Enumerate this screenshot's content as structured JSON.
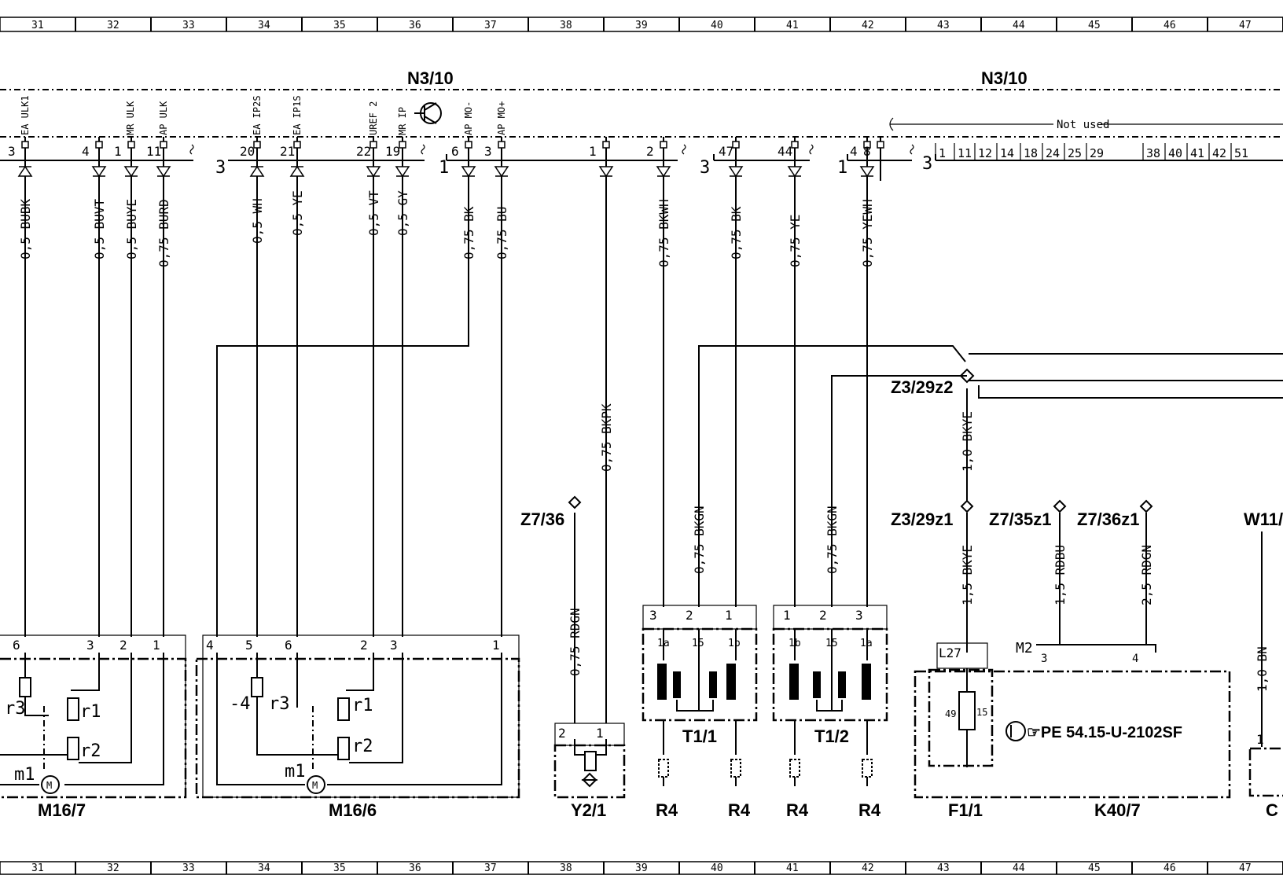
{
  "grid": {
    "top": [
      "31",
      "32",
      "33",
      "34",
      "35",
      "36",
      "37",
      "38",
      "39",
      "40",
      "41",
      "42",
      "43",
      "44",
      "45",
      "46",
      "47"
    ],
    "bottom": [
      "31",
      "32",
      "33",
      "34",
      "35",
      "36",
      "37",
      "38",
      "39",
      "40",
      "41",
      "42",
      "43",
      "44",
      "45",
      "46",
      "47"
    ]
  },
  "modules": [
    {
      "id": "n3-10-left",
      "name": "N3/10"
    },
    {
      "id": "n3-10-right",
      "name": "N3/10"
    }
  ],
  "not_used_label": "Not used",
  "pin_signals": [
    {
      "id": "ea-ulk1",
      "text": "EA ULK1"
    },
    {
      "id": "mr-ulk",
      "text": "MR ULK"
    },
    {
      "id": "ap-ulk",
      "text": "AP ULK"
    },
    {
      "id": "ea-ip2s",
      "text": "EA IP2S"
    },
    {
      "id": "ea-ip1s",
      "text": "EA IP1S"
    },
    {
      "id": "uref2",
      "text": "UREF 2"
    },
    {
      "id": "mr-ip",
      "text": "MR IP"
    },
    {
      "id": "ap-mo-minus",
      "text": "AP MO-"
    },
    {
      "id": "ap-mo-plus",
      "text": "AP MO+"
    }
  ],
  "connector_numbers": {
    "g1": "3",
    "g2": "3",
    "g3": "1",
    "g4": "3",
    "g5": "1",
    "g6": "3"
  },
  "pins": [
    {
      "id": "p1",
      "n": "3"
    },
    {
      "id": "p2",
      "n": "4"
    },
    {
      "id": "p3",
      "n": "1"
    },
    {
      "id": "p4",
      "n": "11"
    },
    {
      "id": "p5",
      "n": "20"
    },
    {
      "id": "p6",
      "n": "21"
    },
    {
      "id": "p7",
      "n": "22"
    },
    {
      "id": "p8",
      "n": "19"
    },
    {
      "id": "p9",
      "n": "6"
    },
    {
      "id": "p10",
      "n": "3"
    },
    {
      "id": "p11",
      "n": "1"
    },
    {
      "id": "p12",
      "n": "2"
    },
    {
      "id": "p13",
      "n": "47"
    },
    {
      "id": "p14",
      "n": "44"
    },
    {
      "id": "p15",
      "n": "4"
    },
    {
      "id": "p16",
      "n": "8"
    }
  ],
  "unused_pins": [
    "1",
    "11",
    "12",
    "14",
    "18",
    "24",
    "25",
    "29",
    "38",
    "40",
    "41",
    "42",
    "51"
  ],
  "wires": [
    {
      "id": "w1",
      "label": "0,5 BUBK"
    },
    {
      "id": "w2",
      "label": "0,5 BUVT"
    },
    {
      "id": "w3",
      "label": "0,5 BUYE"
    },
    {
      "id": "w4",
      "label": "0,75 BURD"
    },
    {
      "id": "w5",
      "label": "0,5 WH"
    },
    {
      "id": "w6",
      "label": "0,5 YE"
    },
    {
      "id": "w7",
      "label": "0,5 VT"
    },
    {
      "id": "w8",
      "label": "0,5 GY"
    },
    {
      "id": "w9",
      "label": "0,75 BK"
    },
    {
      "id": "w10",
      "label": "0,75 BU"
    },
    {
      "id": "w11",
      "label": "0,75 BKPK"
    },
    {
      "id": "w12",
      "label": "0,75 BKWH"
    },
    {
      "id": "w13",
      "label": "0,75 BK"
    },
    {
      "id": "w14",
      "label": "0,75 YE"
    },
    {
      "id": "w15",
      "label": "0,75 YEWH"
    },
    {
      "id": "w16",
      "label": "0,75 RDGN"
    },
    {
      "id": "w17",
      "label": "0,75 BKGN"
    },
    {
      "id": "w18",
      "label": "0,75 BKGN"
    },
    {
      "id": "w19",
      "label": "1,0 BKYE"
    },
    {
      "id": "w20",
      "label": "1,5 BKYE"
    },
    {
      "id": "w21",
      "label": "1,5 RDBU"
    },
    {
      "id": "w22",
      "label": "2,5 RDGN"
    },
    {
      "id": "w23",
      "label": "1,0 BN"
    }
  ],
  "splices": [
    {
      "id": "z7-36",
      "label": "Z7/36"
    },
    {
      "id": "z3-29z2",
      "label": "Z3/29z2"
    },
    {
      "id": "z3-29z1",
      "label": "Z3/29z1"
    },
    {
      "id": "z7-35z1",
      "label": "Z7/35z1"
    },
    {
      "id": "z7-36z1",
      "label": "Z7/36z1"
    },
    {
      "id": "w11",
      "label": "W11/"
    }
  ],
  "components": [
    {
      "id": "m16-7",
      "label": "M16/7"
    },
    {
      "id": "m16-6",
      "label": "M16/6"
    },
    {
      "id": "y2-1",
      "label": "Y2/1"
    },
    {
      "id": "r4-a",
      "label": "R4"
    },
    {
      "id": "t1-1",
      "label": "T1/1"
    },
    {
      "id": "r4-b",
      "label": "R4"
    },
    {
      "id": "r4-c",
      "label": "R4"
    },
    {
      "id": "t1-2",
      "label": "T1/2"
    },
    {
      "id": "r4-d",
      "label": "R4"
    },
    {
      "id": "f1-1",
      "label": "F1/1"
    },
    {
      "id": "k40-7",
      "label": "K40/7"
    },
    {
      "id": "c-cut",
      "label": "C"
    }
  ],
  "inner_labels": {
    "m16_7_pins": [
      "6",
      "3",
      "2",
      "1"
    ],
    "m16_6_pins": [
      "4",
      "5",
      "6",
      "2",
      "3",
      "1"
    ],
    "r3": "r3",
    "r1": "r1",
    "r2": "r2",
    "m1": "m1",
    "r4lab": "-4",
    "motor": "M",
    "y2_pins": [
      "2",
      "1"
    ],
    "t1_1_pins": [
      "3",
      "2",
      "1"
    ],
    "t1_1_coil": [
      "1a",
      "15",
      "1b"
    ],
    "t1_2_pins": [
      "1",
      "2",
      "3"
    ],
    "t1_2_coil": [
      "1b",
      "15",
      "1a"
    ],
    "l27": "L27",
    "m2": "M2",
    "k40_pins": [
      "3",
      "4"
    ],
    "fuse_49": "49",
    "fuse_15": "15",
    "pe_ref": "☞PE  54.15-U-2102SF",
    "w11_pin": "1"
  }
}
